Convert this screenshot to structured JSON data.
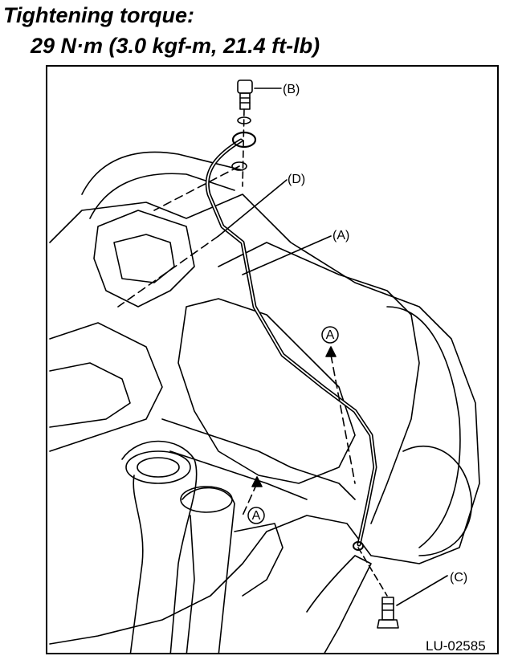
{
  "title": {
    "line1": "Tightening torque:",
    "line2": "29 N·m (3.0 kgf-m, 21.4 ft-lb)"
  },
  "diagram": {
    "callouts": {
      "A": "(A)",
      "B": "(B)",
      "C": "(C)",
      "D": "(D)"
    },
    "markers": [
      "A",
      "A"
    ],
    "figure_code": "LU-02585"
  }
}
